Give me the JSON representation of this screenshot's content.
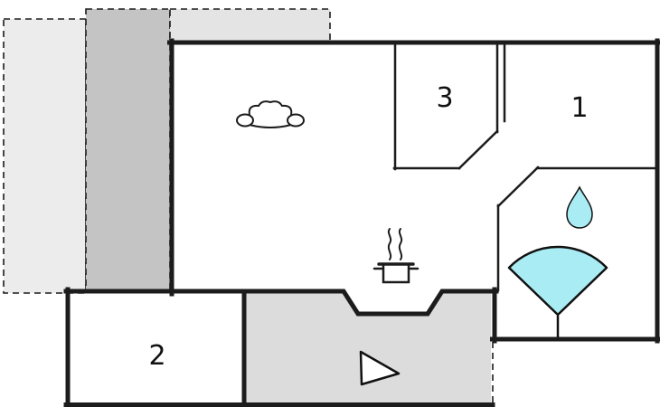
{
  "plan": {
    "rooms": [
      {
        "id": "room-1",
        "label": "1"
      },
      {
        "id": "room-2",
        "label": "2"
      },
      {
        "id": "room-3",
        "label": "3"
      }
    ]
  },
  "colors": {
    "wall": "#1c1c1c",
    "accent_cyan": "#a9ecf4",
    "terrace_light": "#ececec",
    "terrace_dark": "#c4c4c4",
    "band_gray": "#e4e4e4",
    "kitchen_floor": "#dcdcdc"
  },
  "icons": {
    "sofa": "sofa-icon",
    "stove": "stove-icon",
    "water_drop": "water-drop-icon",
    "shower": "shower-icon",
    "triangle": "triangle-marker-icon"
  }
}
